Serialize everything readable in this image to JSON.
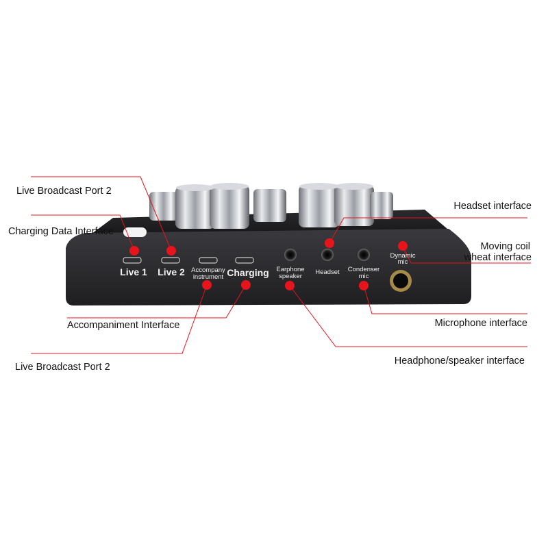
{
  "callouts": {
    "live_broadcast_port_2_top": "Live Broadcast Port 2",
    "charging_data_interface": "Charging Data Interface",
    "accompaniment_interface": "Accompaniment Interface",
    "live_broadcast_port_2_bottom": "Live Broadcast Port 2",
    "headset_interface": "Headset interface",
    "moving_coil_line1": "Moving coil",
    "moving_coil_line2": "wheat interface",
    "microphone_interface": "Microphone interface",
    "headphone_speaker_interface": "Headphone/speaker interface"
  },
  "port_labels": {
    "live1": "Live 1",
    "live2": "Live 2",
    "accompany_line1": "Accompany",
    "accompany_line2": "instrument",
    "charging": "Charging",
    "earphone_line1": "Earphone",
    "earphone_line2": "speaker",
    "headset": "Headset",
    "condenser_line1": "Condenser",
    "condenser_line2": "mic",
    "dynamic_line1": "Dynamic",
    "dynamic_line2": "mic"
  },
  "colors": {
    "leader_line": "#e8141c",
    "marker_dot": "#e8141c",
    "device_body": "#2b2b2e",
    "knob_metal": "#b9bcc2"
  }
}
